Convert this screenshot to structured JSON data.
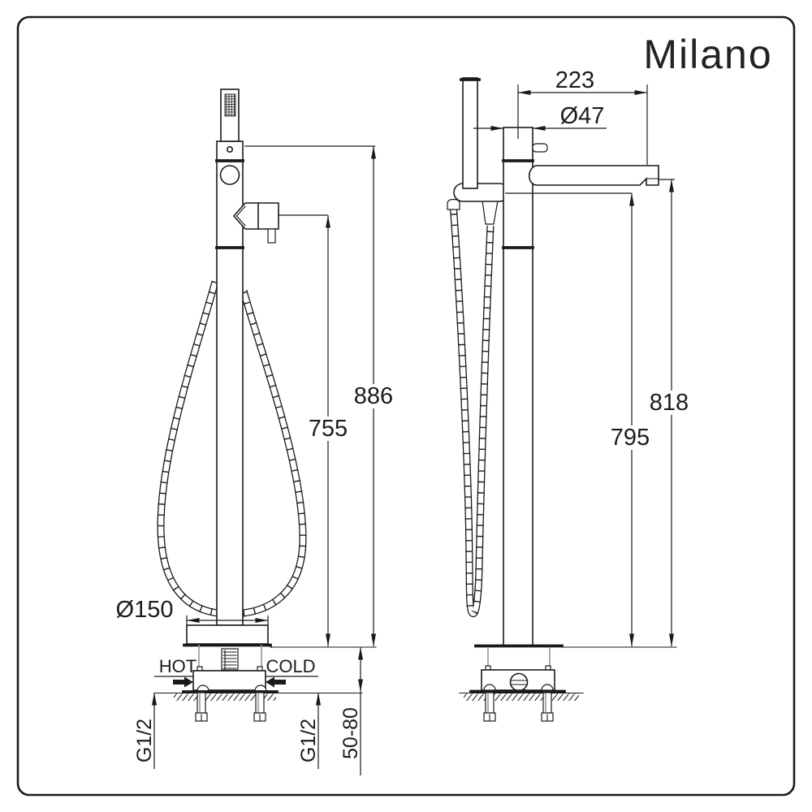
{
  "brand": "Milano",
  "front_view": {
    "dim_overall_height": "886",
    "dim_spout_height": "755",
    "dim_base_diameter": "Ø150",
    "label_hot": "HOT",
    "label_cold": "COLD",
    "hot_connection_thread": "G1/2",
    "cold_connection_thread": "G1/2",
    "dim_floor_adjust_range": "50-80"
  },
  "side_view": {
    "dim_spout_reach": "223",
    "dim_column_diameter": "Ø47",
    "dim_spout_tip_height": "818",
    "dim_spout_underside_height": "795"
  },
  "colors": {
    "background": "#ffffff",
    "line": "#1a1a1a",
    "dimension_text": "#1c1c1e",
    "light_line": "#999999"
  }
}
